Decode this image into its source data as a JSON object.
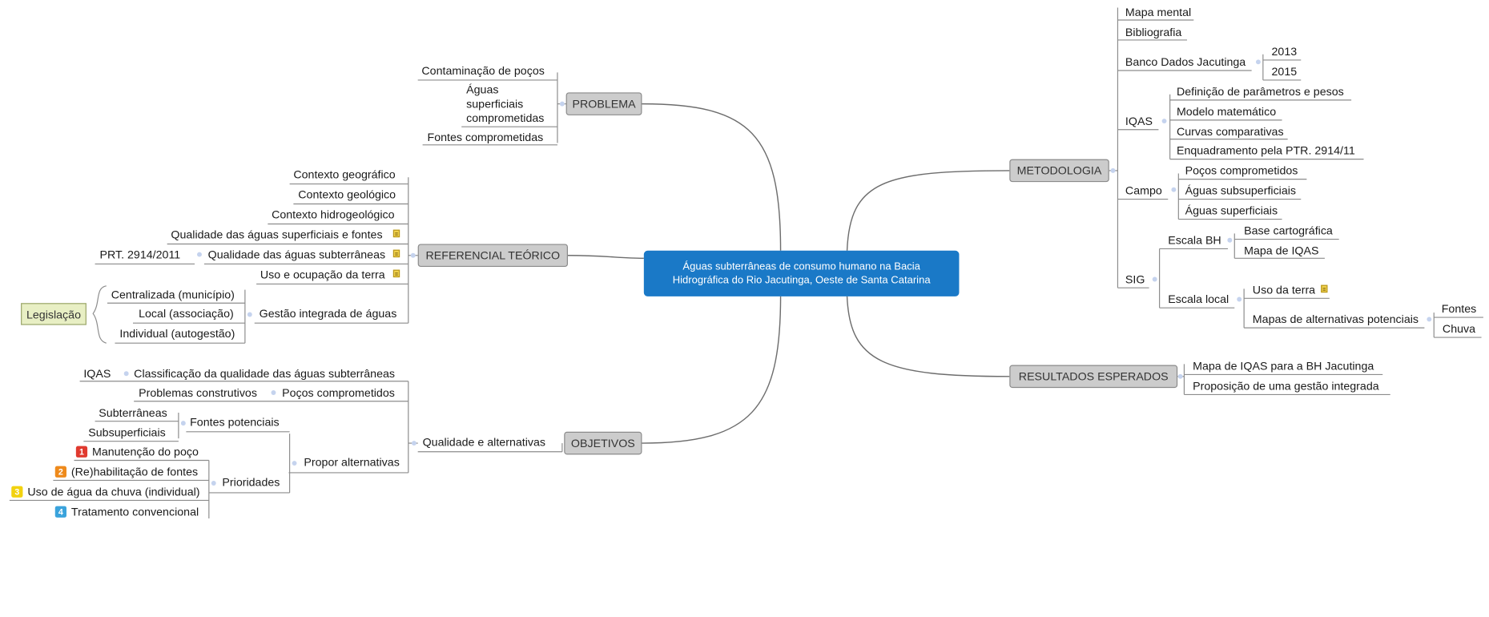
{
  "central": {
    "line1": "Águas subterrâneas de consumo humano na Bacia",
    "line2": "Hidrográfica do Rio Jacutinga, Oeste de Santa Catarina"
  },
  "problema": {
    "label": "PROBLEMA",
    "items": [
      "Contaminação de poços",
      "Águas superficiais comprometidas",
      "Fontes comprometidas"
    ]
  },
  "referencial": {
    "label": "REFERENCIAL TEÓRICO",
    "items": [
      "Contexto geográfico",
      "Contexto geológico",
      "Contexto hidrogeológico",
      "Qualidade das águas superficiais e fontes",
      "Qualidade das águas subterrâneas",
      "Uso e ocupação da terra",
      "Gestão integrada de águas"
    ],
    "prt": "PRT. 2914/2011",
    "gestao_sub": [
      "Centralizada (município)",
      "Local (associação)",
      "Individual (autogestão)"
    ],
    "legislacao": "Legislação"
  },
  "objetivos": {
    "label": "OBJETIVOS",
    "qualidade": "Qualidade e alternativas",
    "classificacao": "Classificação da qualidade das águas subterrâneas",
    "iqas": "IQAS",
    "pocos": "Poços comprometidos",
    "problemas": "Problemas construtivos",
    "propor": "Propor alternativas",
    "fontes_potenciais": "Fontes potenciais",
    "fontes_sub": [
      "Subterrâneas",
      "Subsuperficiais"
    ],
    "prioridades": "Prioridades",
    "prioridades_items": [
      {
        "num": "1",
        "label": "Manutenção do poço",
        "color": "#e03a2f"
      },
      {
        "num": "2",
        "label": "(Re)habilitação de fontes",
        "color": "#ee8a1c"
      },
      {
        "num": "3",
        "label": "Uso de água da chuva (individual)",
        "color": "#f2d20f"
      },
      {
        "num": "4",
        "label": "Tratamento convencional",
        "color": "#3aa3dc"
      }
    ]
  },
  "metodologia": {
    "label": "METODOLOGIA",
    "mapa_mental": "Mapa mental",
    "bibliografia": "Bibliografia",
    "banco": "Banco Dados Jacutinga",
    "anos": [
      "2013",
      "2015"
    ],
    "iqas": "IQAS",
    "iqas_items": [
      "Definição de parâmetros e pesos",
      "Modelo matemático",
      "Curvas comparativas",
      "Enquadramento pela PTR. 2914/11"
    ],
    "campo": "Campo",
    "campo_items": [
      "Poços comprometidos",
      "Águas subsuperficiais",
      "Águas superficiais"
    ],
    "sig": "SIG",
    "escala_bh": "Escala BH",
    "escala_bh_items": [
      "Base cartográfica",
      "Mapa de IQAS"
    ],
    "escala_local": "Escala local",
    "uso_terra": "Uso da terra",
    "mapas_alt": "Mapas de alternativas potenciais",
    "mapas_alt_items": [
      "Fontes",
      "Chuva"
    ]
  },
  "resultados": {
    "label": "RESULTADOS ESPERADOS",
    "items": [
      "Mapa de IQAS para a BH Jacutinga",
      "Proposição de uma gestão integrada"
    ]
  }
}
